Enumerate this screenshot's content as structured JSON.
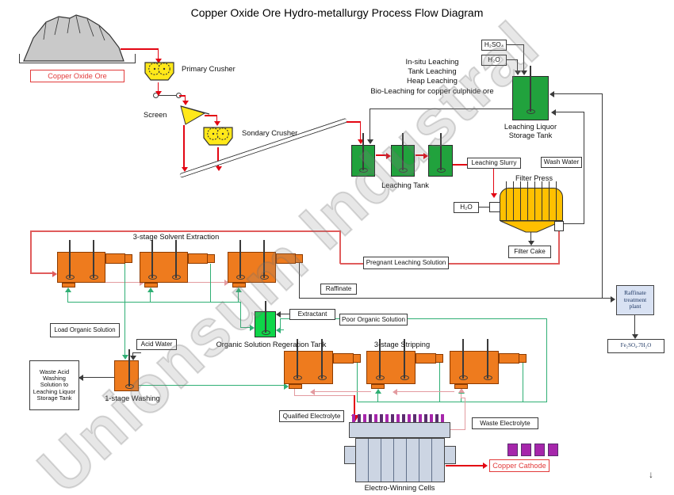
{
  "title": "Copper Oxide Ore Hydro-metallurgy Process Flow Diagram",
  "watermark": "Unionsum Industral",
  "feed": {
    "ore_label": "Copper Oxide Ore",
    "primary_crusher": "Primary Crusher",
    "screen": "Screen",
    "secondary_crusher": "Sondary Crusher"
  },
  "leaching": {
    "methods": [
      "In-situ Leaching",
      "Tank Leaching",
      "Heap Leaching",
      "Bio-Leaching for copper culphide ore"
    ],
    "h2so4": "H₂SO₄",
    "h2o": "H₂O",
    "storage_tank": "Leaching Liquor Storage Tank",
    "tank": "Leaching Tank",
    "slurry": "Leaching Slurry",
    "wash_water": "Wash Water"
  },
  "filtration": {
    "filter_press": "Filter Press",
    "h2o": "H₂O",
    "filter_cake": "Filter Cake",
    "pregnant_solution": "Pregnant Leaching Solution"
  },
  "extraction": {
    "title": "3-stage Solvent Extraction",
    "raffinate": "Raffinate",
    "treatment_plant": "Raffinate treatment plant",
    "byproduct": "Fe₂SO₄.7H₂O",
    "load_organic": "Load Organic Solution",
    "extractant": "Extractant",
    "poor_organic": "Poor Organic Solution",
    "regen_tank": "Organic Solution Regeration Tank"
  },
  "washing": {
    "title": "1-stage Washing",
    "acid_water": "Acid Water",
    "waste_acid": "Waste Acid Washing Solution to Leaching Liquor Storage Tank"
  },
  "stripping": {
    "title": "3-stage Stripping",
    "qualified_electrolyte": "Qualified Electrolyte",
    "waste_electrolyte": "Waste Electrolyte"
  },
  "electrowinning": {
    "title": "Electro-Winning Cells",
    "copper_cathode": "Copper Cathode"
  },
  "artifact": "↓",
  "colors": {
    "process_green": "#21A23D",
    "bright_green": "#0FD649",
    "equipment_orange": "#EE7B1E",
    "orange_border": "#8C3B00",
    "crusher_yellow": "#FFE819",
    "filter_yellow": "#FFC000",
    "flow_red": "#E30613",
    "pregnant_red": "#E05C5C",
    "aqueous_pink": "#E39BA0",
    "organic_green": "#2FAF74",
    "line_black": "#3a3a3a",
    "ew_cell_fill": "#CCD5E3",
    "cathode_purple": "#A626AB",
    "plant_fill": "#D9E2F3",
    "label_red": "#E23B3B"
  }
}
